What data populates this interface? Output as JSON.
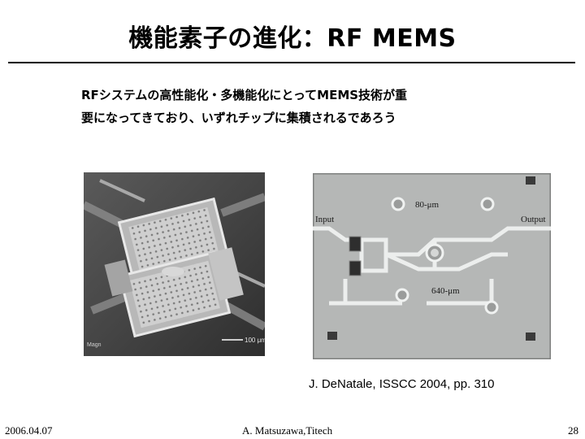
{
  "slide": {
    "title": "機能素子の進化：RF MEMS",
    "body_lines": [
      "RFシステムの高性能化・多機能化にとってMEMS技術が重",
      "要になってきており、いずれチップに集積されるであろう"
    ],
    "left_image": {
      "scale_label": "100 μm",
      "info_text": "Magn"
    },
    "right_image": {
      "label_input": "Input",
      "label_output": "Output",
      "label_80um": "80-μm",
      "label_640um": "640-μm"
    },
    "citation": "J. DeNatale, ISSCC 2004, pp. 310"
  },
  "footer": {
    "date": "2006.04.07",
    "author": "A. Matsuzawa,Titech",
    "page_number": "28"
  }
}
